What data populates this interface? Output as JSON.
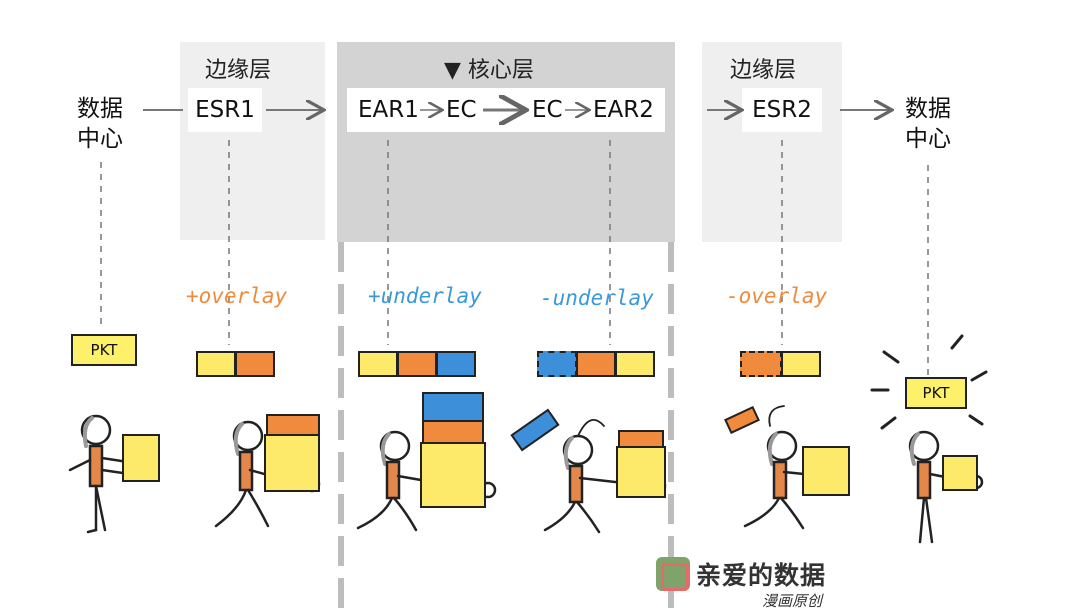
{
  "zones": {
    "edge_left": "边缘层",
    "core": "▼ 核心层",
    "edge_right": "边缘层"
  },
  "nodes": {
    "dc_left_line1": "数据",
    "dc_left_line2": "中心",
    "esr1": "ESR1",
    "core_chain": {
      "ear1": "EAR1",
      "ec1": "EC",
      "ec2": "EC",
      "ear2": "EAR2"
    },
    "esr2": "ESR2",
    "dc_right_line1": "数据",
    "dc_right_line2": "中心"
  },
  "operations": {
    "add_overlay": "+overlay",
    "add_underlay": "+underlay",
    "remove_underlay": "-underlay",
    "remove_overlay": "-overlay"
  },
  "packets": {
    "left": "PKT",
    "right": "PKT"
  },
  "colors": {
    "packet": "#fde96a",
    "overlay": "#f08a3c",
    "underlay": "#3d8fd9",
    "edge_band": "#efefef",
    "core_band": "#d3d3d3"
  },
  "watermark": {
    "title": "亲爱的数据",
    "subtitle": "漫画原创"
  }
}
